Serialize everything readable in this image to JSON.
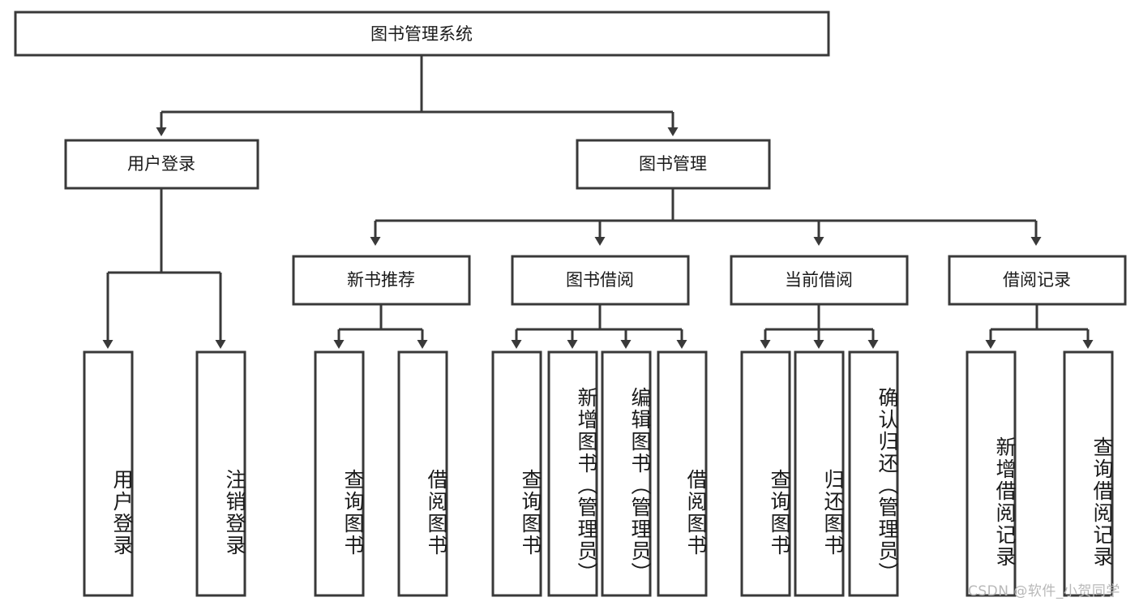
{
  "diagram": {
    "title": "图书管理系统",
    "type": "tree-hierarchy",
    "watermark": "CSDN @软件_小贺同学",
    "colors": {
      "stroke": "#393939",
      "fill": "#ffffff",
      "text": "#1a1a1a",
      "watermark": "#b8b8b8"
    },
    "levels": {
      "root": {
        "label": "图书管理系统"
      },
      "level2": [
        {
          "label": "用户登录"
        },
        {
          "label": "图书管理"
        }
      ],
      "level3": [
        {
          "label": "新书推荐"
        },
        {
          "label": "图书借阅"
        },
        {
          "label": "当前借阅"
        },
        {
          "label": "借阅记录"
        }
      ],
      "leaves": {
        "user_login": [
          {
            "label": "用户登录"
          },
          {
            "label": "注销登录"
          }
        ],
        "new_book_recommend": [
          {
            "label": "查询图书"
          },
          {
            "label": "借阅图书"
          }
        ],
        "book_borrow": [
          {
            "label": "查询图书"
          },
          {
            "label": "新增图书（管理员）"
          },
          {
            "label": "编辑图书（管理员）"
          },
          {
            "label": "借阅图书"
          }
        ],
        "current_borrow": [
          {
            "label": "查询图书"
          },
          {
            "label": "归还图书"
          },
          {
            "label": "确认归还（管理员）"
          }
        ],
        "borrow_record": [
          {
            "label": "新增借阅记录"
          },
          {
            "label": "查询借阅记录"
          }
        ]
      }
    }
  }
}
